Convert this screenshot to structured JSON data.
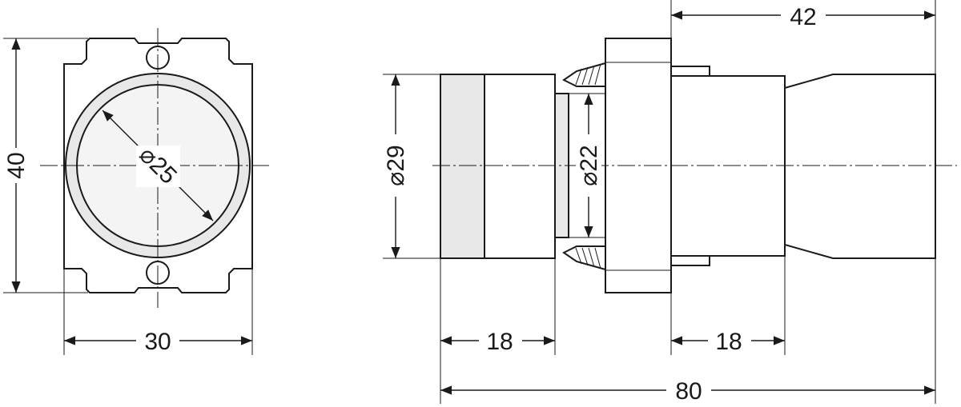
{
  "drawing": {
    "front_view": {
      "height_label": "40",
      "width_label": "30",
      "diameter_label": "⌀25"
    },
    "side_view": {
      "top_length_label": "42",
      "button_diameter_label": "⌀29",
      "bezel_diameter_label": "⌀22",
      "button_length_label": "18",
      "body_length_label": "18",
      "total_length_label": "80"
    },
    "colors": {
      "line": "#1a1a1a",
      "shade": "#e8e8e8",
      "background": "#ffffff"
    }
  }
}
